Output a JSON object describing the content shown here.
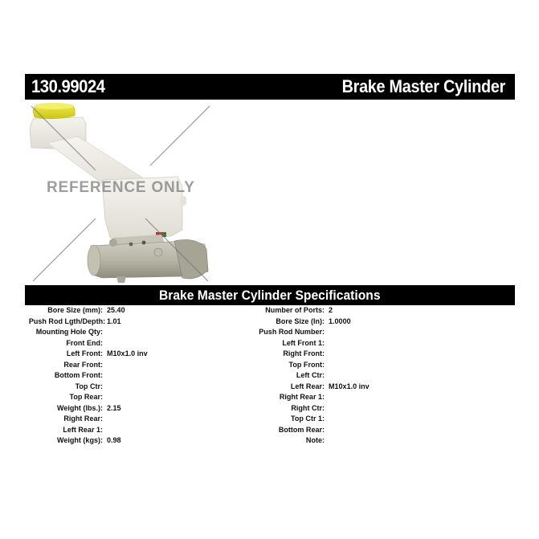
{
  "header": {
    "part_number": "130.99024",
    "part_type": "Brake Master Cylinder",
    "background": "#000000",
    "text_color": "#ffffff"
  },
  "image": {
    "subject": "brake master cylinder with plastic reservoir and yellow cap",
    "watermark": "REFERENCE ONLY",
    "cap_color": "#e6e02a",
    "reservoir_color": "#ecebe4",
    "body_color": "#b9b7a7"
  },
  "specs": {
    "title": "Brake Master Cylinder Specifications",
    "left": [
      {
        "label": "Bore Size (mm):",
        "value": "25.40"
      },
      {
        "label": "Push Rod Lgth/Depth:",
        "value": "1.01"
      },
      {
        "label": "Mounting Hole Qty:",
        "value": ""
      },
      {
        "label": "Front End:",
        "value": ""
      },
      {
        "label": "Left Front:",
        "value": "M10x1.0 inv"
      },
      {
        "label": "Rear Front:",
        "value": ""
      },
      {
        "label": "Bottom Front:",
        "value": ""
      },
      {
        "label": "Top Ctr:",
        "value": ""
      },
      {
        "label": "Top Rear:",
        "value": ""
      },
      {
        "label": "Weight (lbs.):",
        "value": "2.15"
      },
      {
        "label": "Right Rear:",
        "value": ""
      },
      {
        "label": "Left Rear 1:",
        "value": ""
      },
      {
        "label": "Weight (kgs):",
        "value": "0.98"
      }
    ],
    "right": [
      {
        "label": "Number of Ports:",
        "value": "2"
      },
      {
        "label": "Bore Size (In):",
        "value": "1.0000"
      },
      {
        "label": "Push Rod Number:",
        "value": ""
      },
      {
        "label": "Left Front 1:",
        "value": ""
      },
      {
        "label": "Right Front:",
        "value": ""
      },
      {
        "label": "Top Front:",
        "value": ""
      },
      {
        "label": "Left Ctr:",
        "value": ""
      },
      {
        "label": "Left Rear:",
        "value": "M10x1.0 inv"
      },
      {
        "label": "Right Rear 1:",
        "value": ""
      },
      {
        "label": "Right Ctr:",
        "value": ""
      },
      {
        "label": "Top Ctr 1:",
        "value": ""
      },
      {
        "label": "Bottom Rear:",
        "value": ""
      },
      {
        "label": "Note:",
        "value": ""
      }
    ]
  }
}
